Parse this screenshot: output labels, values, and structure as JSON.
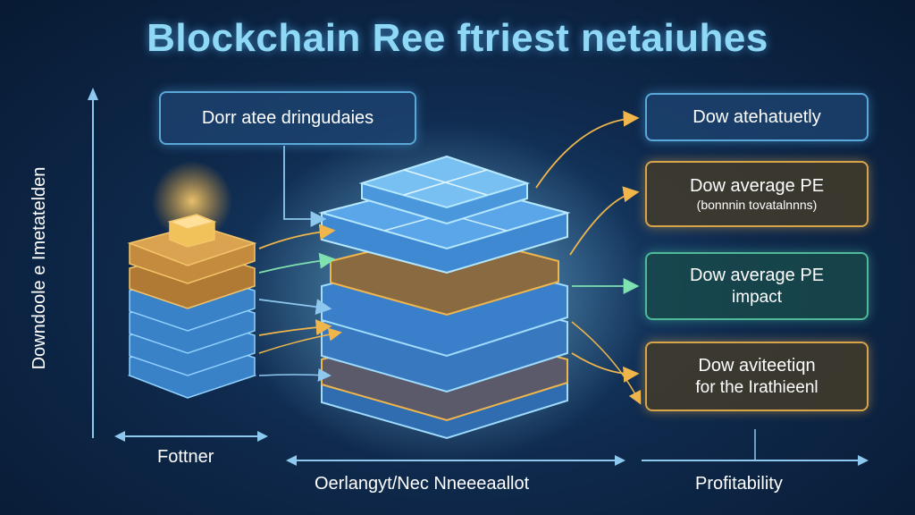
{
  "title": "Blockchain Ree ftriest netaiuhes",
  "vertical_axis_label": "Downdoole e Imetatelden",
  "top_label": "Dorr atee dringudaies",
  "right_boxes": [
    {
      "line1": "Dow atehatuetly",
      "line2": ""
    },
    {
      "line1": "Dow average PE",
      "line2": "(bonnnin tovatalnnns)"
    },
    {
      "line1": "Dow average PE",
      "line2": "impact"
    },
    {
      "line1": "Dow aviteetiqn",
      "line2": "for the Irathieenl"
    }
  ],
  "bottom_labels": {
    "left": "Fottner",
    "center": "Oerlangyt/Nec Nneeeaallot",
    "right": "Profitability"
  },
  "colors": {
    "blue_glow": "#5aa8d8",
    "gold_glow": "#d8a44a",
    "green_glow": "#4fb99a",
    "title": "#8fd8f6"
  }
}
